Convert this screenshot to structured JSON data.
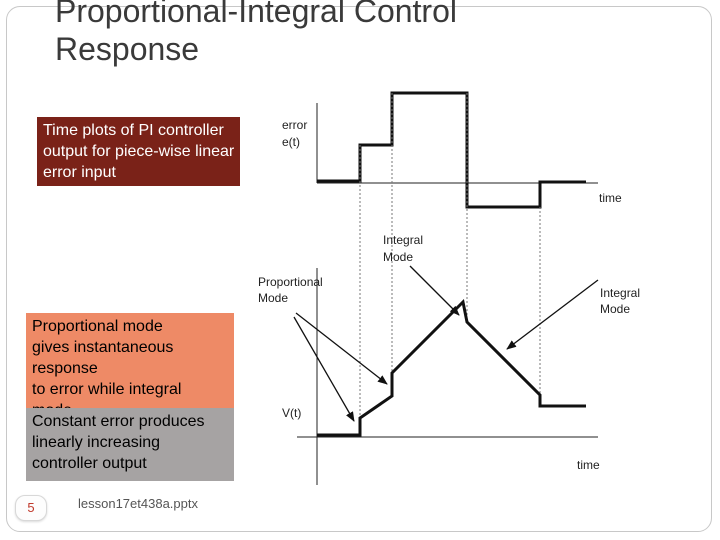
{
  "title": {
    "line1": "Proportional-Integral Control",
    "line2": "Response"
  },
  "red_box": {
    "lines": [
      "Time plots of PI controller",
      "output for piece-wise linear",
      "error input"
    ]
  },
  "orange_box": {
    "lines": [
      "Proportional mode",
      "gives instantaneous",
      "response",
      "to error while integral",
      "mode"
    ]
  },
  "gray_box": {
    "lines": [
      "Constant error produces",
      "linearly increasing",
      "controller output"
    ]
  },
  "page_number": "5",
  "footer": "lesson17et438a.pptx",
  "diagram": {
    "error_axis_line1": "error",
    "error_axis_line2": "e(t)",
    "time_label_top": "time",
    "integral_mode_line1": "Integral",
    "integral_mode_line2": "Mode",
    "proportional_mode_line1": "Proportional",
    "proportional_mode_line2": "Mode",
    "integral_mode_right_line1": "Integral",
    "integral_mode_right_line2": "Mode",
    "v_axis": "V(t)",
    "time_label_bottom": "time"
  }
}
